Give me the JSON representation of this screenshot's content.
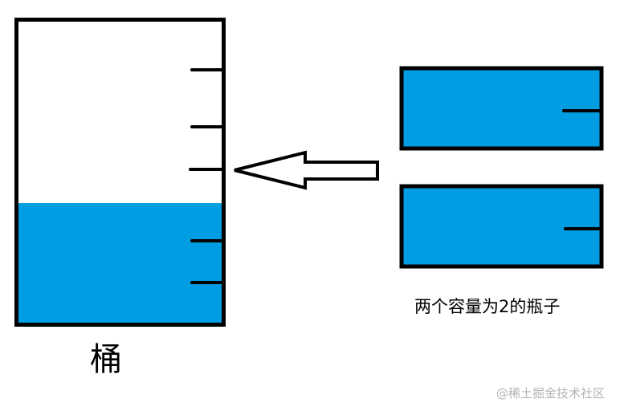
{
  "diagram": {
    "colors": {
      "water": "#009de3",
      "outline": "#000000",
      "background": "#ffffff",
      "watermark": "#b3b3b3"
    },
    "bucket": {
      "label": "桶",
      "tick_marks": 5,
      "water_level": "filled below third tick from top"
    },
    "arrow": {
      "direction": "left",
      "meaning": "pour from bottles into bucket"
    },
    "bottles": {
      "count": 2,
      "capacity": 2,
      "label": "两个容量为2的瓶子"
    },
    "watermark": "@稀土掘金技术社区"
  }
}
